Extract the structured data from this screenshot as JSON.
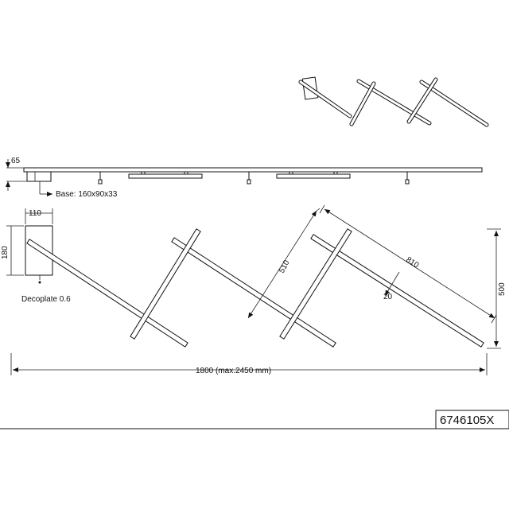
{
  "dimensions": {
    "height_65": "65",
    "base": "Base: 160x90x33",
    "width_110": "110",
    "height_180": "180",
    "decoplate": "Decoplate 0.6",
    "length_510": "510",
    "length_810": "810",
    "width_20": "20",
    "height_500": "500",
    "total_width": "1800 (max.2450 mm)"
  },
  "product_code": "6746105X"
}
